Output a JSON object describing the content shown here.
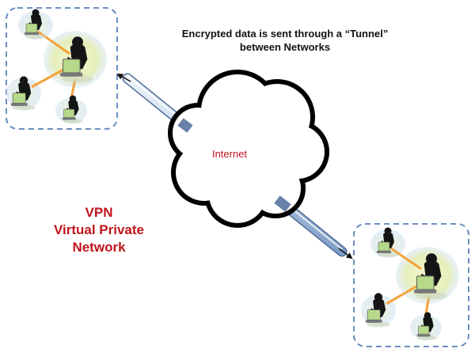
{
  "caption": {
    "line1": "Encrypted data is sent through a “Tunnel”",
    "line2": "between Networks"
  },
  "cloud": {
    "label": "Internet"
  },
  "title": {
    "line1": "VPN",
    "line2": "Virtual Private",
    "line3": "Network"
  },
  "networks": [
    {
      "id": "network-a",
      "users": 4
    },
    {
      "id": "network-b",
      "users": 4
    }
  ],
  "colors": {
    "title": "#c0141c",
    "internet_label": "#c0141c",
    "network_border": "#6b8fbf",
    "hub_glow": "#e8f0b0",
    "link": "#f2a23a",
    "tunnel": "#c3d5ec",
    "laptop_screen": "#b6d98a"
  },
  "icons": [
    "laptop-user-icon",
    "cloud-icon",
    "tunnel-icon",
    "arrow-icon"
  ]
}
